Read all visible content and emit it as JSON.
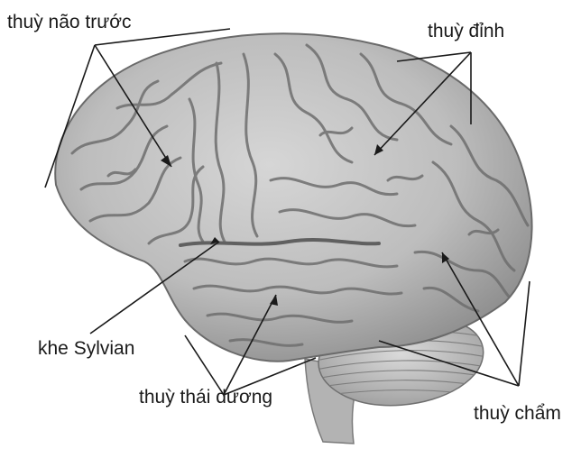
{
  "labels": {
    "frontal": "thuỳ não trước",
    "parietal": "thuỳ đỉnh",
    "sylvian": "khe Sylvian",
    "temporal": "thuỳ thái dương",
    "occipital": "thuỳ chẩm"
  },
  "colors": {
    "background": "#ffffff",
    "brain_fill": "#bdbdbd",
    "gyri_shadow": "#6e6e6e",
    "cerebellum_fill": "#c9c9c9",
    "leader_line": "#1a1a1a"
  }
}
